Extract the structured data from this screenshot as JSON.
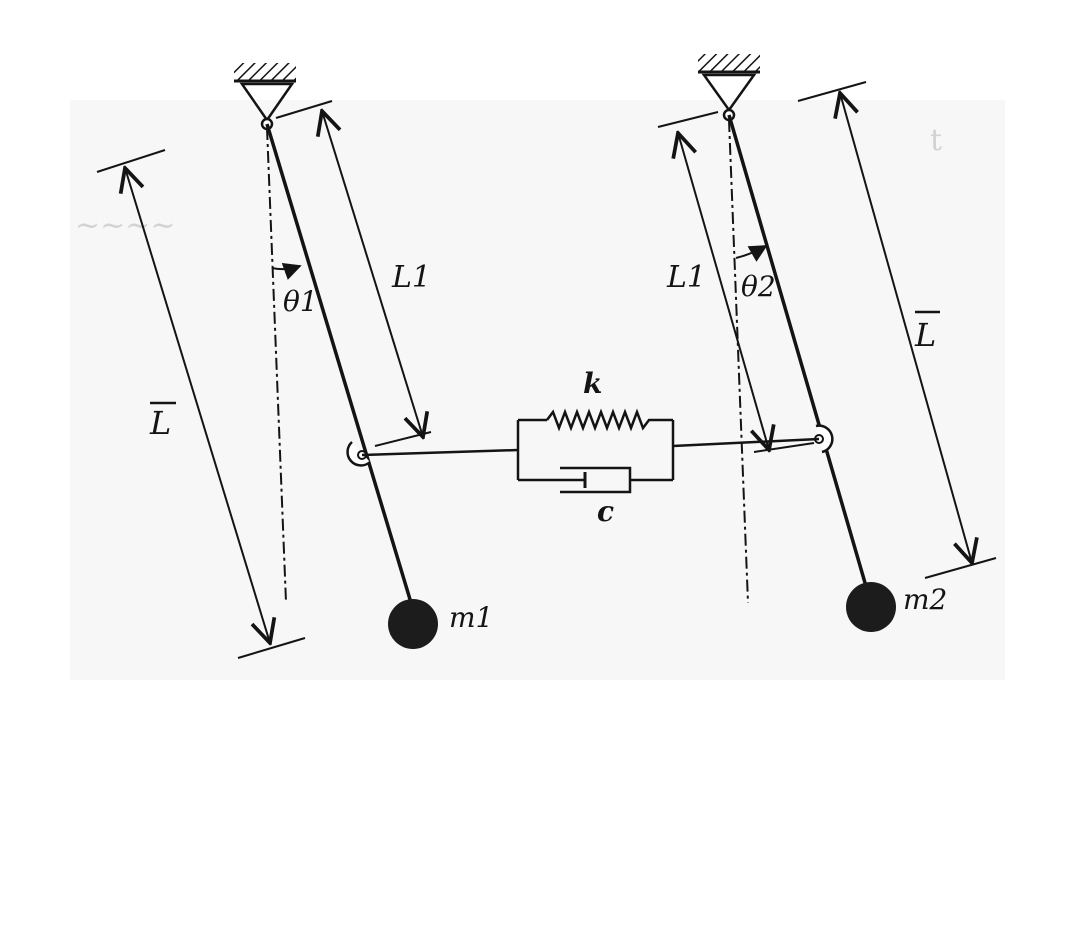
{
  "diagram": {
    "labels": {
      "theta1": "θ1",
      "theta2": "θ2",
      "L1_left": "L1",
      "L1_right": "L1",
      "Lbar_left": "L",
      "Lbar_right": "L",
      "spring": "k",
      "damper": "c",
      "mass1": "m1",
      "mass2": "m2"
    },
    "colors": {
      "ink": "#141414",
      "mass": "#1c1c1c",
      "ghost_text": "#d2d2d2",
      "background": "#ffffff"
    }
  }
}
